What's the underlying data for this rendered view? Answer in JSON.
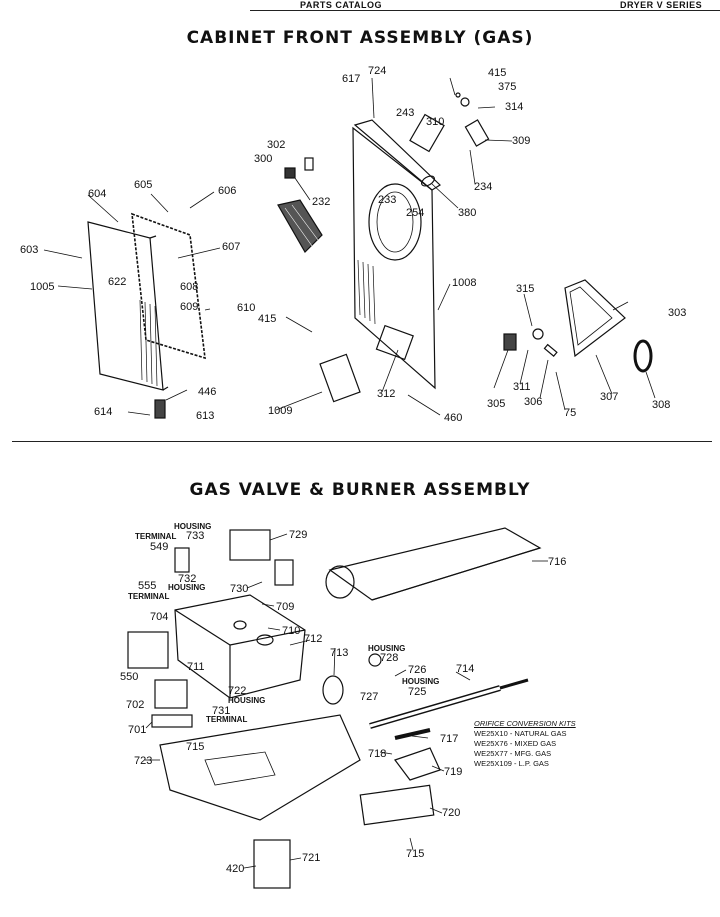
{
  "header": {
    "left": "PARTS CATALOG",
    "right": "DRYER V SERIES"
  },
  "sections": {
    "top_title": "CABINET FRONT ASSEMBLY (GAS)",
    "bottom_title": "GAS VALVE & BURNER ASSEMBLY"
  },
  "top_labels": {
    "l617": "617",
    "l724": "724",
    "l415a": "415",
    "l375": "375",
    "l314": "314",
    "l243": "243",
    "l310": "310",
    "l309": "309",
    "l302": "302",
    "l300": "300",
    "l232": "232",
    "l234": "234",
    "l604": "604",
    "l605": "605",
    "l606": "606",
    "l233": "233",
    "l254": "254",
    "l380": "380",
    "l603": "603",
    "l607": "607",
    "l622": "622",
    "l608": "608",
    "l1005": "1005",
    "l609": "609",
    "l610": "610",
    "l1008": "1008",
    "l315": "315",
    "l303": "303",
    "l415b": "415",
    "l312": "312",
    "l305": "305",
    "l311": "311",
    "l306": "306",
    "l307": "307",
    "l308": "308",
    "l446": "446",
    "l75": "75",
    "l614": "614",
    "l613": "613",
    "l1009": "1009",
    "l460": "460"
  },
  "bottom_labels": {
    "housing1": "HOUSING",
    "l733": "733",
    "terminal1": "TERMINAL",
    "l729": "729",
    "l549": "549",
    "l555": "555",
    "l732": "732",
    "housing2": "HOUSING",
    "l730": "730",
    "terminal2": "TERMINAL",
    "l716": "716",
    "l709": "709",
    "l704": "704",
    "l710": "710",
    "l712": "712",
    "l713": "713",
    "housing3": "HOUSING",
    "l728": "728",
    "l726": "726",
    "l714": "714",
    "l550": "550",
    "l711": "711",
    "housing4": "HOUSING",
    "l725": "725",
    "l722": "722",
    "housing5": "HOUSING",
    "l727": "727",
    "l702": "702",
    "l731": "731",
    "terminal3": "TERMINAL",
    "l717": "717",
    "l701": "701",
    "l715a": "715",
    "l718": "718",
    "l723": "723",
    "l719": "719",
    "l720": "720",
    "l715b": "715",
    "l721": "721",
    "l420": "420"
  },
  "orifice_kits": {
    "heading": "ORIFICE CONVERSION KITS",
    "rows": [
      "WE25X10 - NATURAL GAS",
      "WE25X76 - MIXED GAS",
      "WE25X77 - MFG. GAS",
      "WE25X109 - L.P. GAS"
    ]
  }
}
